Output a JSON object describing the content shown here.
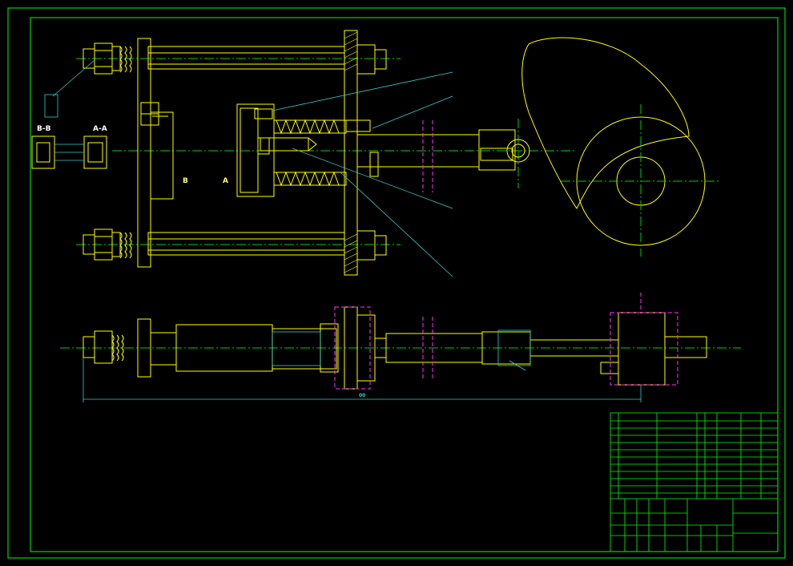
{
  "colors": {
    "background": "#000000",
    "frame": "#00ff00",
    "part": "#ffff00",
    "centerline": "#00cc00",
    "hidden": "#00ffff",
    "leader": "#33cccc",
    "magenta": "#ff33ff",
    "red": "#ff3333",
    "white": "#ffffff"
  },
  "section_labels": {
    "bb": "B-B",
    "aa": "A-A",
    "a": "A",
    "b": "B"
  },
  "dimension": {
    "overall_length": "00"
  }
}
